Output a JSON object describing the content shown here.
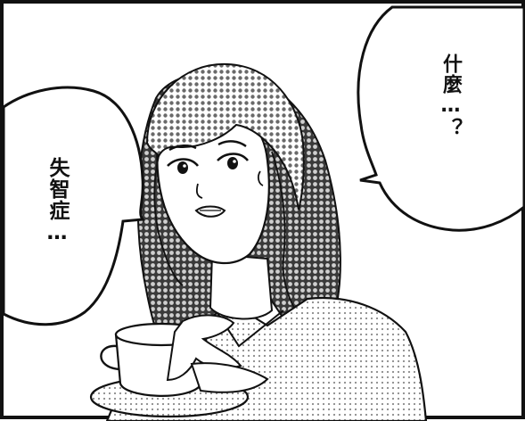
{
  "scene": {
    "type": "manga-panel",
    "style": "black-and-white with halftone screentone",
    "colors": {
      "ink": "#111111",
      "paper": "#ffffff",
      "tone": "#9a9a9a"
    }
  },
  "dialogue": {
    "left_bubble": "失智症…",
    "right_bubble": "什麼…？"
  }
}
